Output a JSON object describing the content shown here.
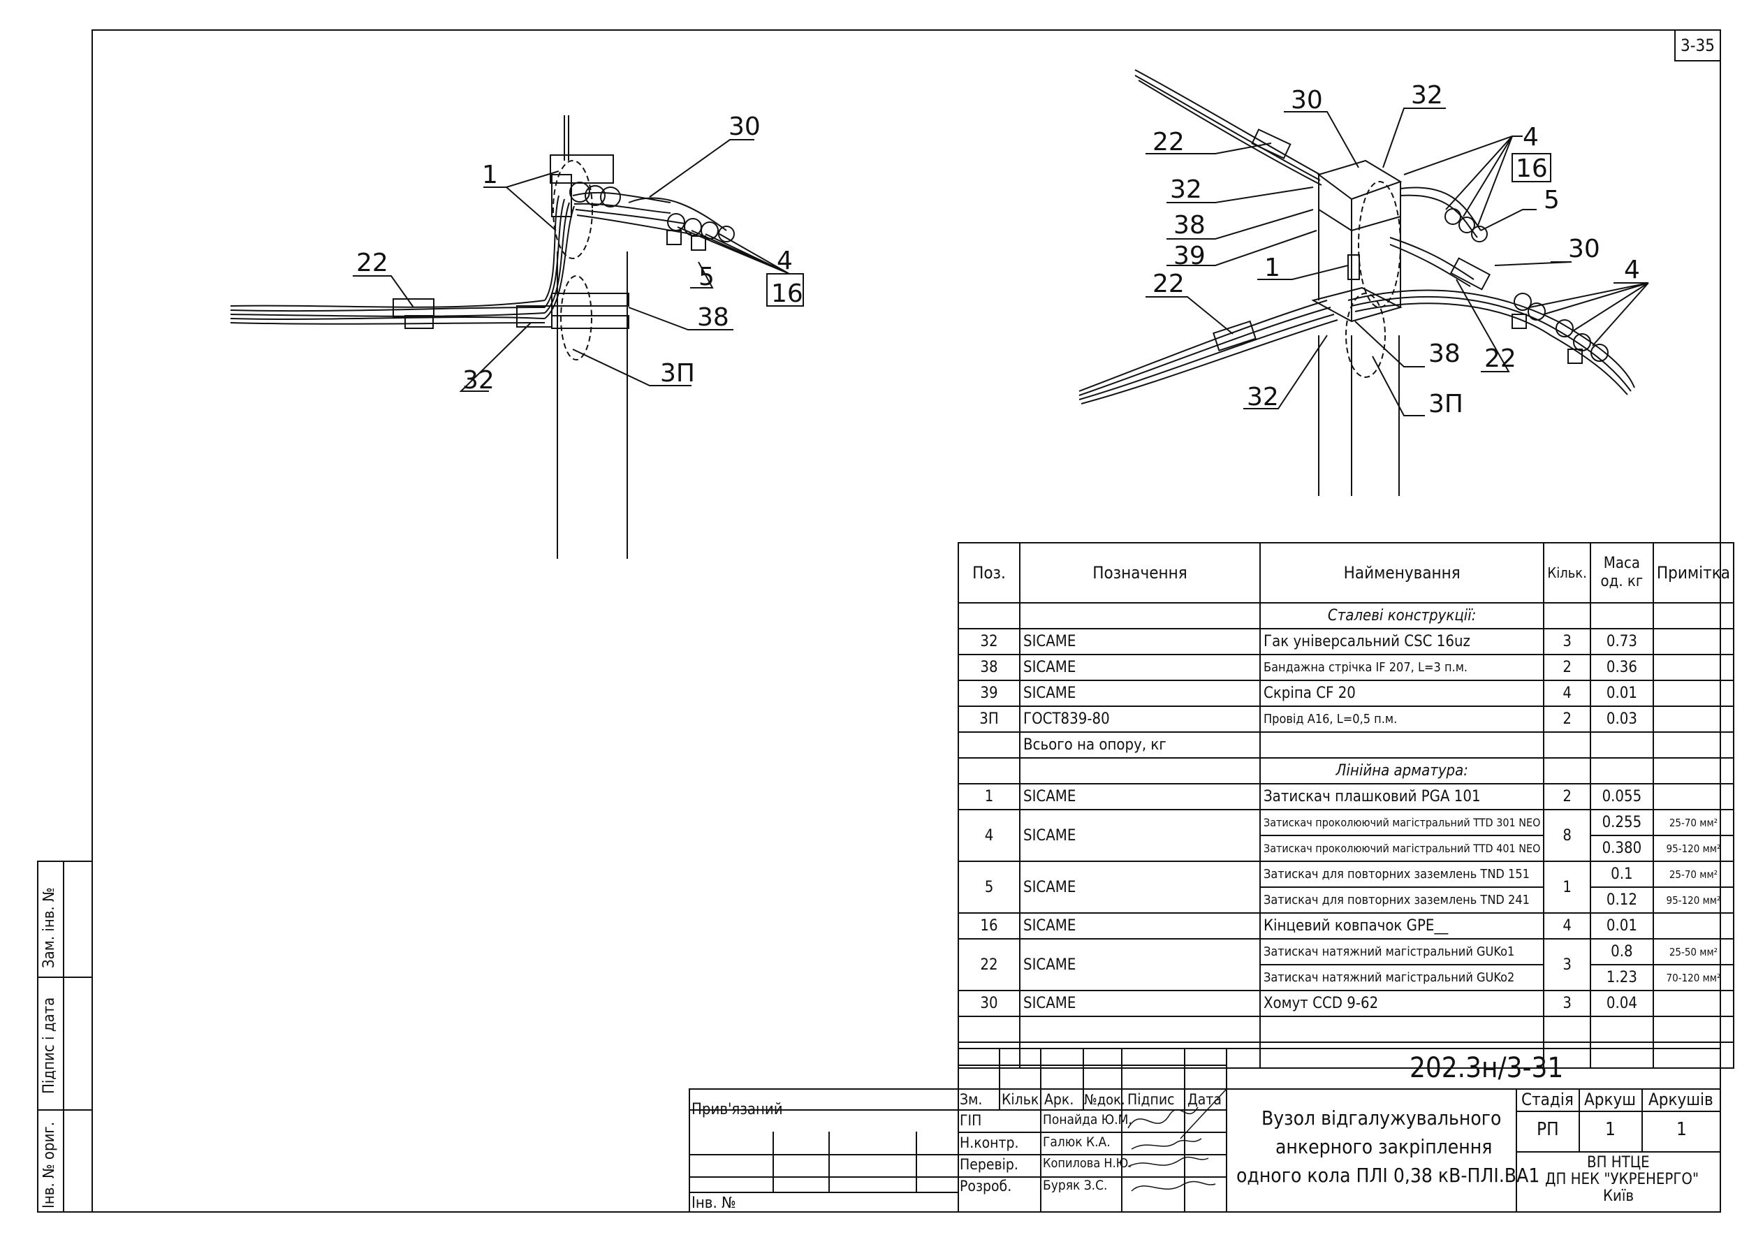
{
  "sheet_code": "3-35",
  "callouts_left": [
    "1",
    "30",
    "22",
    "5",
    "4",
    "16",
    "38",
    "32",
    "3П"
  ],
  "callouts_right": [
    "30",
    "32",
    "22",
    "32",
    "4",
    "16",
    "5",
    "38",
    "39",
    "1",
    "30",
    "4",
    "22",
    "38",
    "22",
    "32",
    "3П"
  ],
  "table": {
    "headers": {
      "pos": "Поз.",
      "designation": "Позначення",
      "name": "Найменування",
      "qty": "Кільк.",
      "mass": "Маса од. кг",
      "note": "Примітка"
    },
    "section1": "Сталеві конструкції:",
    "rows1": [
      {
        "pos": "32",
        "des": "SICAME",
        "name": "Гак універсальний CSC 16uz",
        "qty": "3",
        "mass": "0.73"
      },
      {
        "pos": "38",
        "des": "SICAME",
        "name": "Бандажна стрічка IF 207, L=3 п.м.",
        "qty": "2",
        "mass": "0.36"
      },
      {
        "pos": "39",
        "des": "SICAME",
        "name": "Скріпа CF 20",
        "qty": "4",
        "mass": "0.01"
      },
      {
        "pos": "3П",
        "des": "ГОСТ839-80",
        "name": "Провід А16, L=0,5 п.м.",
        "qty": "2",
        "mass": "0.03"
      }
    ],
    "total": "Всього на опору, кг",
    "section2": "Лінійна арматура:",
    "r1": {
      "pos": "1",
      "des": "SICAME",
      "name": "Затискач плашковий PGA 101",
      "qty": "2",
      "mass": "0.055"
    },
    "r4": {
      "pos": "4",
      "des": "SICAME",
      "name_a": "Затискач проколюючий магістральний TTD 301 NEO",
      "name_b": "Затискач проколюючий магістральний TTD 401 NEO",
      "qty": "8",
      "mass_a": "0.255",
      "mass_b": "0.380",
      "note_a": "25-70 мм²",
      "note_b": "95-120 мм²"
    },
    "r5": {
      "pos": "5",
      "des": "SICAME",
      "name_a": "Затискач для повторних заземлень TND 151",
      "name_b": "Затискач для повторних заземлень TND 241",
      "qty": "1",
      "mass_a": "0.1",
      "mass_b": "0.12",
      "note_a": "25-70 мм²",
      "note_b": "95-120 мм²"
    },
    "r16": {
      "pos": "16",
      "des": "SICAME",
      "name": "Кінцевий ковпачок GPE__",
      "qty": "4",
      "mass": "0.01"
    },
    "r22": {
      "pos": "22",
      "des": "SICAME",
      "name_a": "Затискач натяжний магістральний GUKo1",
      "name_b": "Затискач натяжний магістральний GUKo2",
      "qty": "3",
      "mass_a": "0.8",
      "mass_b": "1.23",
      "note_a": "25-50 мм²",
      "note_b": "70-120 мм²"
    },
    "r30": {
      "pos": "30",
      "des": "SICAME",
      "name": "Хомут CCD 9-62",
      "qty": "3",
      "mass": "0.04"
    }
  },
  "stamp": {
    "doc_code": "202.3н/3-31",
    "title_line1": "Вузол відгалужувального",
    "title_line2": "анкерного закріплення",
    "title_line3": "одного кола ПЛІ 0,38 кВ-ПЛІ.ВА1",
    "cols": [
      "Зм.",
      "Кільк.",
      "Арк.",
      "№док.",
      "Підпис",
      "Дата"
    ],
    "roles": [
      "ГІП",
      "Н.контр.",
      "Перевір.",
      "Розроб."
    ],
    "names": [
      "Понайда Ю.М.",
      "Галюк К.А.",
      "Копилова Н.Ю.",
      "Буряк З.С."
    ],
    "stage_label": "Стадія",
    "sheet_label": "Аркуш",
    "sheets_label": "Аркушів",
    "stage": "РП",
    "sheet": "1",
    "sheets": "1",
    "org1": "ВП НТЦЕ",
    "org2": "ДП НЕК \"УКРЕНЕРГО\"",
    "org3": "Київ",
    "tied": "Прив'язаний",
    "inv": "Інв. №"
  },
  "margin": {
    "inv_orig": "Інв. № ориг.",
    "sign_date": "Підпис і дата",
    "zam_inv": "Зам. інв. №"
  }
}
